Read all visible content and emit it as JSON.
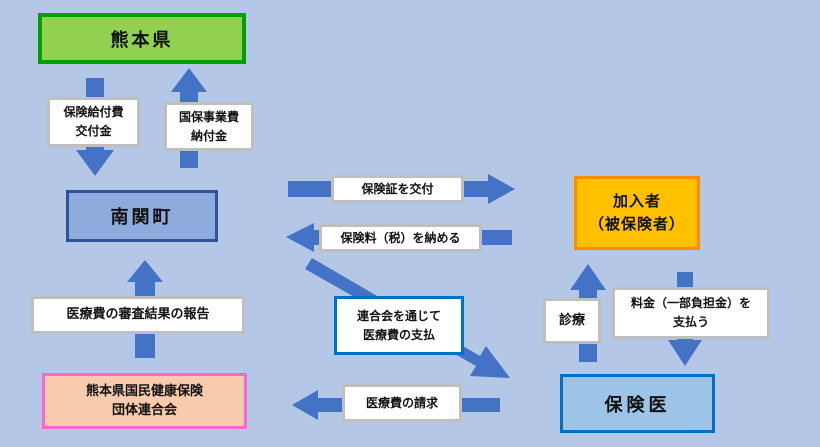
{
  "nodes": {
    "kumamoto_pref": "熊本県",
    "nankan_town": "南関町",
    "federation": "熊本県国民健康保険\n団体連合会",
    "insured": "加入者\n（被保険者）",
    "doctor": "保険医"
  },
  "flows": {
    "benefit_grant": "保険給付費\n交付金",
    "project_payment": "国保事業費\n納付金",
    "issue_card": "保険証を交付",
    "pay_premium": "保険料（税）を納める",
    "review_report": "医療費の審査結果の報告",
    "payment_via_federation": "連合会を通じて\n医療費の支払",
    "treatment": "診療",
    "copay": "料金（一部負担金）を\n支払う",
    "claim": "医療費の請求"
  },
  "colors": {
    "background": "#b4c7e7",
    "arrow": "#4472c4",
    "pref_fill": "#92d050",
    "pref_border": "#00a000",
    "town_fill": "#8faadc",
    "town_border": "#2f5597",
    "federation_fill": "#f8cbad",
    "federation_border": "#ff66cc",
    "insured_fill": "#ffc000",
    "insured_border": "#ff8c00",
    "doctor_fill": "#9dc3e6",
    "doctor_border": "#0070c0"
  }
}
